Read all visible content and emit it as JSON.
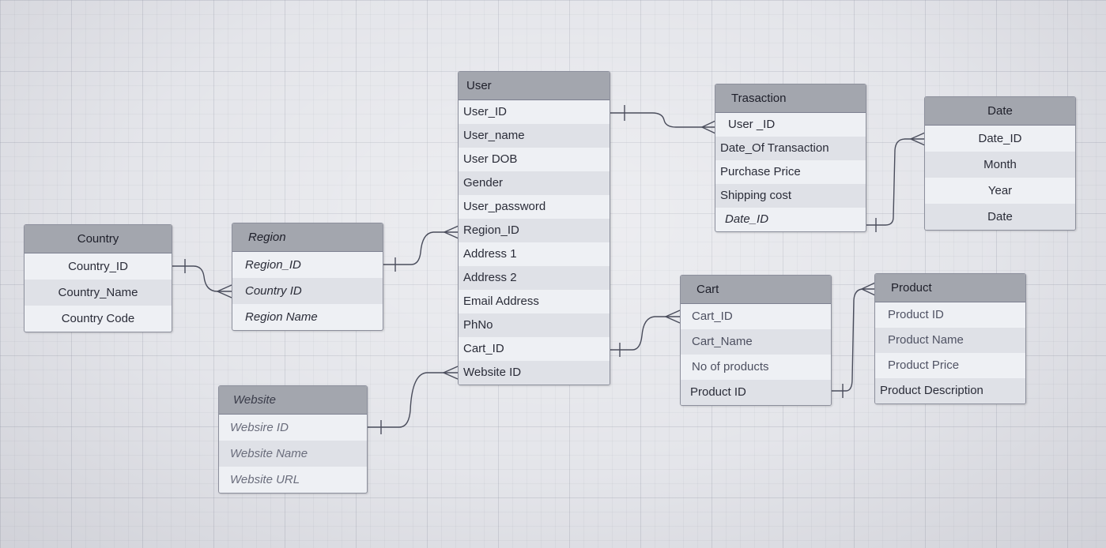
{
  "entities": {
    "user": {
      "title": "User",
      "fields": [
        "User_ID",
        "User_name",
        "User DOB",
        "Gender",
        "User_password",
        "Region_ID",
        "Address 1",
        "Address 2",
        "Email Address",
        "PhNo",
        "Cart_ID",
        "Website ID"
      ]
    },
    "transaction": {
      "title": "Trasaction",
      "fields": [
        "User _ID",
        "Date_Of Transaction",
        "Purchase Price",
        "Shipping cost",
        "Date_ID"
      ]
    },
    "date": {
      "title": "Date",
      "fields": [
        "Date_ID",
        "Month",
        "Year",
        "Date"
      ]
    },
    "country": {
      "title": "Country",
      "fields": [
        "Country_ID",
        "Country_Name",
        "Country Code"
      ]
    },
    "region": {
      "title": "Region",
      "fields": [
        "Region_ID",
        "Country ID",
        "Region Name"
      ]
    },
    "cart": {
      "title": "Cart",
      "fields": [
        "Cart_ID",
        "Cart_Name",
        "No of products",
        "Product ID"
      ]
    },
    "product": {
      "title": "Product",
      "fields": [
        "Product ID",
        "Product Name",
        "Product Price",
        "Product Description"
      ]
    },
    "website": {
      "title": "Website",
      "fields": [
        "Websire ID",
        "Website Name",
        "Website URL"
      ]
    }
  },
  "relationships": [
    {
      "from": "User.User_ID",
      "to": "Trasaction.User _ID",
      "cardinality": "one-to-many"
    },
    {
      "from": "Trasaction.Date_ID",
      "to": "Date.Date_ID",
      "cardinality": "one-to-many"
    },
    {
      "from": "Country.Country_ID",
      "to": "Region.Country ID",
      "cardinality": "one-to-many"
    },
    {
      "from": "Region.Region_ID",
      "to": "User.Region_ID",
      "cardinality": "one-to-many"
    },
    {
      "from": "User.Cart_ID",
      "to": "Cart.Cart_ID",
      "cardinality": "one-to-many"
    },
    {
      "from": "Cart.Product ID",
      "to": "Product.Product ID",
      "cardinality": "one-to-many"
    },
    {
      "from": "Website.Websire ID",
      "to": "User.Website ID",
      "cardinality": "one-to-many"
    }
  ]
}
